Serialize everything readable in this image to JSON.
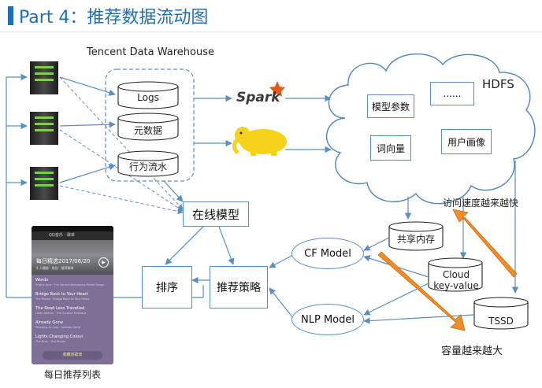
{
  "slide": {
    "title": "Part 4：推荐数据流动图"
  },
  "warehouse": {
    "title": "Tencent Data Warehouse",
    "items": [
      {
        "label": "Logs"
      },
      {
        "label": "元数据"
      },
      {
        "label": "行为流水"
      }
    ]
  },
  "engines": {
    "spark_label": "Spark"
  },
  "hdfs": {
    "title": "HDFS",
    "items": [
      {
        "label": "模型参数"
      },
      {
        "label": "......"
      },
      {
        "label": "词向量"
      },
      {
        "label": "用户画像"
      }
    ]
  },
  "online_model": {
    "label": "在线模型"
  },
  "ranking": {
    "label": "排序"
  },
  "strategy": {
    "label": "推荐策略"
  },
  "models": [
    {
      "label": "CF Model"
    },
    {
      "label": "NLP Model"
    }
  ],
  "storage": [
    {
      "label": "共享内存"
    },
    {
      "label": "Cloud key-value"
    },
    {
      "label": "TSSD"
    }
  ],
  "annotations": {
    "speed": "访问速度越来越快",
    "capacity": "容量越来越大"
  },
  "phone": {
    "header": "QQ音乐 - 歌单",
    "playlist_title": "每日精选2017/06/20",
    "playlist_sub": "4 人播放 · 来自：推荐歌单",
    "songs": [
      {
        "title": "Words",
        "artist": "Status Quo · The Gerard Kemperius Pirate Songs"
      },
      {
        "title": "Bridge Back to Your Heart",
        "artist": "The Roads · Bridge Back to Your Heart"
      },
      {
        "title": "The Road Less Travelled",
        "artist": "Lilian Adams · The Sundae Sessions"
      },
      {
        "title": "Already Gone",
        "artist": "Sleeping At Last · Already Gone"
      },
      {
        "title": "Lights Changing Colour",
        "artist": "The Bros · The Bends"
      }
    ],
    "fav_button": "收藏该歌单",
    "caption": "每日推荐列表"
  },
  "colors": {
    "accent": "#1f6fb2",
    "line": "#5b8fc0",
    "arrow_fill": "#f28c28",
    "cloud_stroke": "#4f86be"
  },
  "icons": [
    "server-icon",
    "spark-logo",
    "hadoop-elephant-logo",
    "cloud-shape",
    "database-cylinder-icon"
  ]
}
